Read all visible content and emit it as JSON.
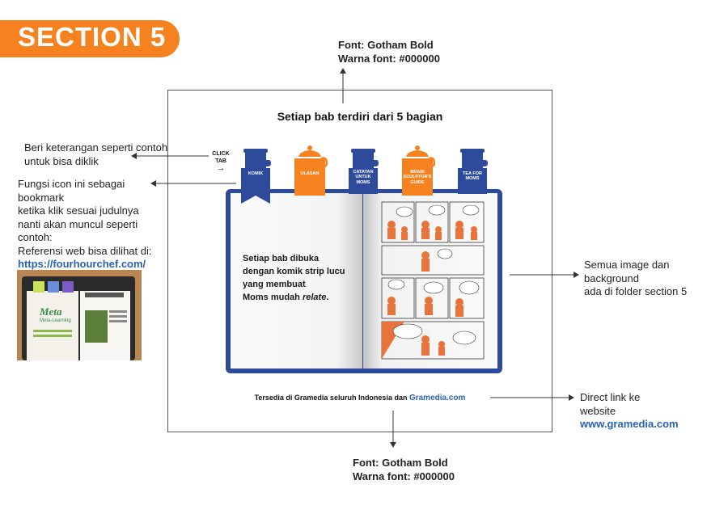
{
  "section_label": "SECTION 5",
  "top_note": {
    "line1": "Font: Gotham Bold",
    "line2": "Warna font: #000000"
  },
  "bottom_note": {
    "line1": "Font: Gotham Bold",
    "line2": "Warna font: #000000"
  },
  "left_note_1": {
    "line1": "Beri keterangan seperti contoh",
    "line2": "untuk bisa diklik"
  },
  "left_note_2": {
    "line1": "Fungsi icon ini sebagai",
    "line2": "bookmark",
    "line3": "ketika klik sesuai judulnya",
    "line4": "nanti akan muncul seperti",
    "line5": "contoh:",
    "line6": "Referensi web bisa dilihat di:",
    "link": "https://fourhourchef.com/"
  },
  "right_note_1": {
    "line1": "Semua image dan",
    "line2": "background",
    "line3": "ada di folder section 5"
  },
  "right_note_2": {
    "line1": "Direct link ke",
    "line2": "website",
    "link": "www.gramedia.com"
  },
  "mockup": {
    "heading": "Setiap bab terdiri dari 5 bagian",
    "click_tab_line1": "CLICK",
    "click_tab_line2": "TAB",
    "click_tab_arrow": "→",
    "tabs": [
      {
        "line1": "KOMIK",
        "line2": "",
        "line3": "",
        "color": "#2e4a9a",
        "icon": "cup-icon"
      },
      {
        "line1": "ULASAN",
        "line2": "",
        "line3": "",
        "color": "#f5821f",
        "icon": "teapot-icon"
      },
      {
        "line1": "CATATAN",
        "line2": "UNTUK",
        "line3": "MOMS",
        "color": "#2e4a9a",
        "icon": "cup-icon"
      },
      {
        "line1": "BRAIN",
        "line2": "SCULPTOR'S",
        "line3": "GUIDE",
        "color": "#f5821f",
        "icon": "teapot-icon"
      },
      {
        "line1": "TEA FOR",
        "line2": "MOMS",
        "line3": "",
        "color": "#2e4a9a",
        "icon": "cup-icon"
      }
    ],
    "book_text": {
      "line1": "Setiap bab dibuka",
      "line2": "dengan komik strip lucu",
      "line3": "yang membuat",
      "line4_prefix": "Moms mudah ",
      "line4_italic": "relate",
      "line4_suffix": "."
    },
    "footer_prefix": "Tersedia di Gramedia seluruh Indonesia dan ",
    "footer_link": "Gramedia.com"
  },
  "thumbnail": {
    "title": "Meta",
    "subtitle": "Meta-Learning"
  },
  "colors": {
    "orange": "#f5821f",
    "blue": "#2e4a9a",
    "link": "#2a62b5"
  }
}
